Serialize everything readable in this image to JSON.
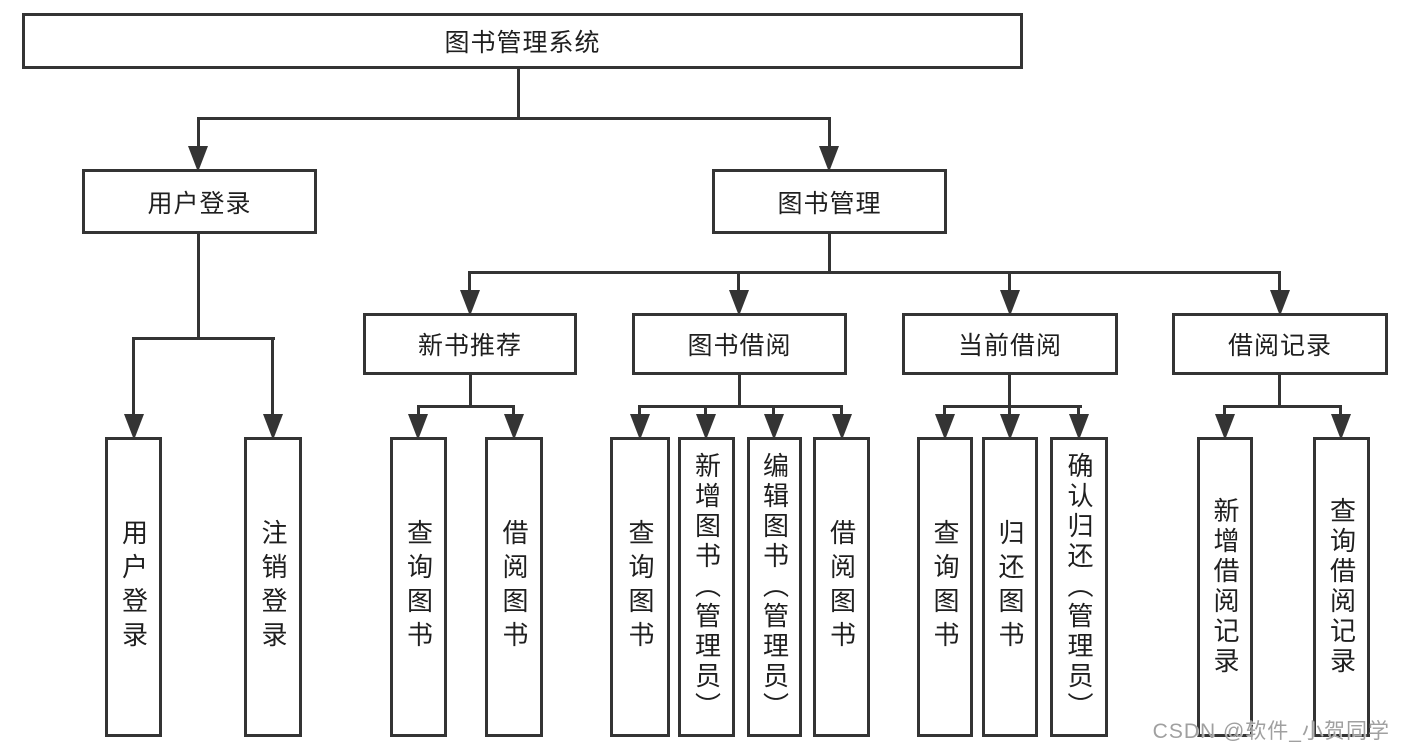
{
  "tree": {
    "label": "图书管理系统",
    "children": [
      {
        "label": "用户登录",
        "children": [
          {
            "label": "用户登录"
          },
          {
            "label": "注销登录"
          }
        ]
      },
      {
        "label": "图书管理",
        "children": [
          {
            "label": "新书推荐",
            "children": [
              {
                "label": "查询图书"
              },
              {
                "label": "借阅图书"
              }
            ]
          },
          {
            "label": "图书借阅",
            "children": [
              {
                "label": "查询图书"
              },
              {
                "label": "新增图书（管理员）"
              },
              {
                "label": "编辑图书（管理员）"
              },
              {
                "label": "借阅图书"
              }
            ]
          },
          {
            "label": "当前借阅",
            "children": [
              {
                "label": "查询图书"
              },
              {
                "label": "归还图书"
              },
              {
                "label": "确认归还（管理员）"
              }
            ]
          },
          {
            "label": "借阅记录",
            "children": [
              {
                "label": "新增借阅记录"
              },
              {
                "label": "查询借阅记录"
              }
            ]
          }
        ]
      }
    ]
  },
  "watermark": "CSDN @软件_小贺同学",
  "colors": {
    "line": "#343434",
    "text": "#1f1f1f",
    "watermark": "#a0a0a0",
    "background": "#ffffff"
  }
}
